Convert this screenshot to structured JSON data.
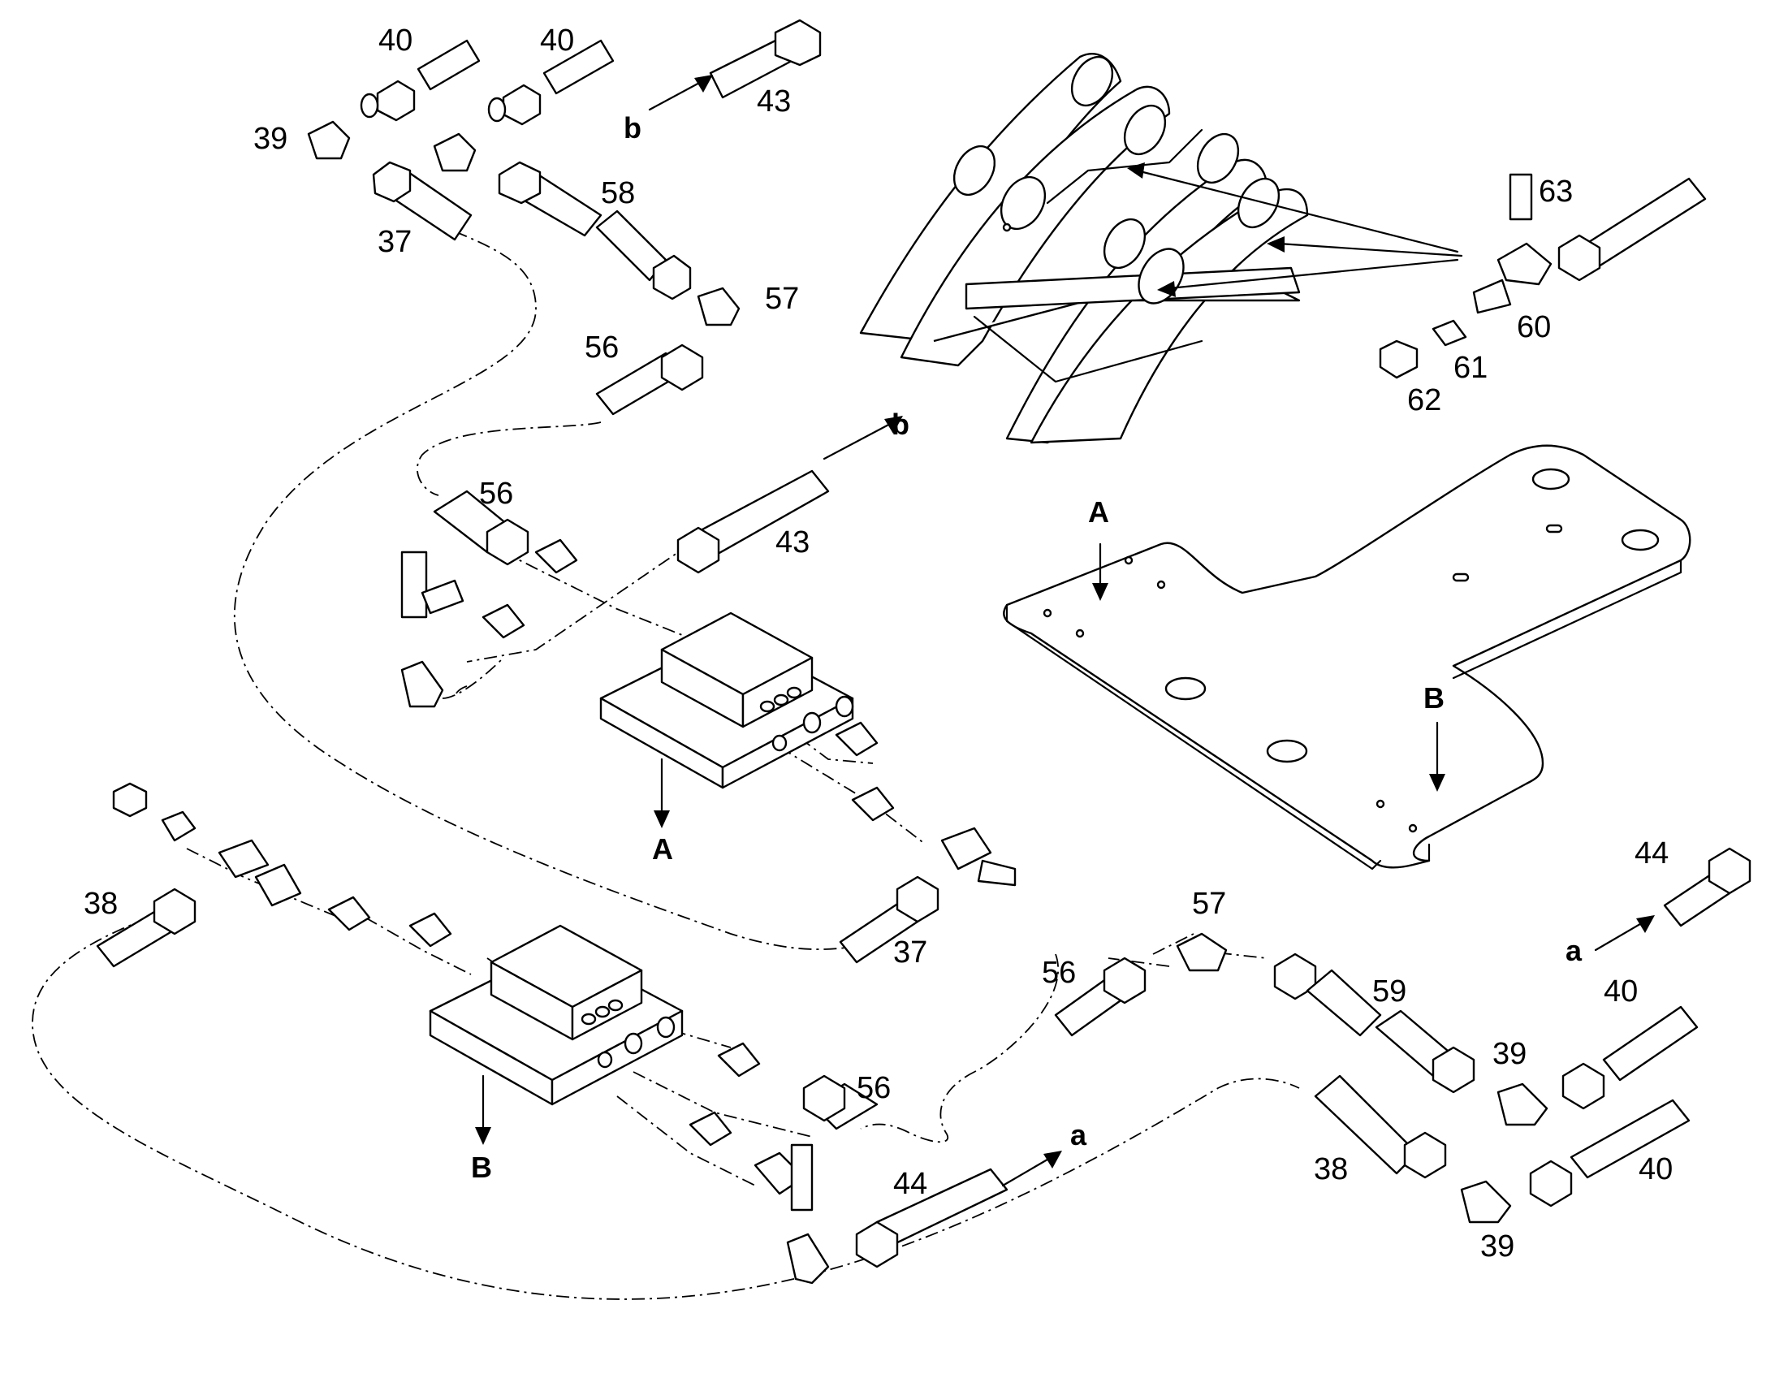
{
  "labels": {
    "p37a": "37",
    "p37b": "37",
    "p38a": "38",
    "p38b": "38",
    "p39a": "39",
    "p39b": "39",
    "p39c": "39",
    "p40a": "40",
    "p40b": "40",
    "p40c": "40",
    "p40d": "40",
    "p43a": "43",
    "p43b": "43",
    "p44a": "44",
    "p44b": "44",
    "p56a": "56",
    "p56b": "56",
    "p56c": "56",
    "p56d": "56",
    "p57a": "57",
    "p57b": "57",
    "p58": "58",
    "p59": "59",
    "p60": "60",
    "p61": "61",
    "p62": "62",
    "p63": "63"
  },
  "refs": {
    "a1": "a",
    "a2": "a",
    "b1": "b",
    "b2": "b",
    "A1": "A",
    "A2": "A",
    "B1": "B",
    "B2": "B"
  },
  "colors": {
    "line": "#000000",
    "background": "#ffffff"
  }
}
